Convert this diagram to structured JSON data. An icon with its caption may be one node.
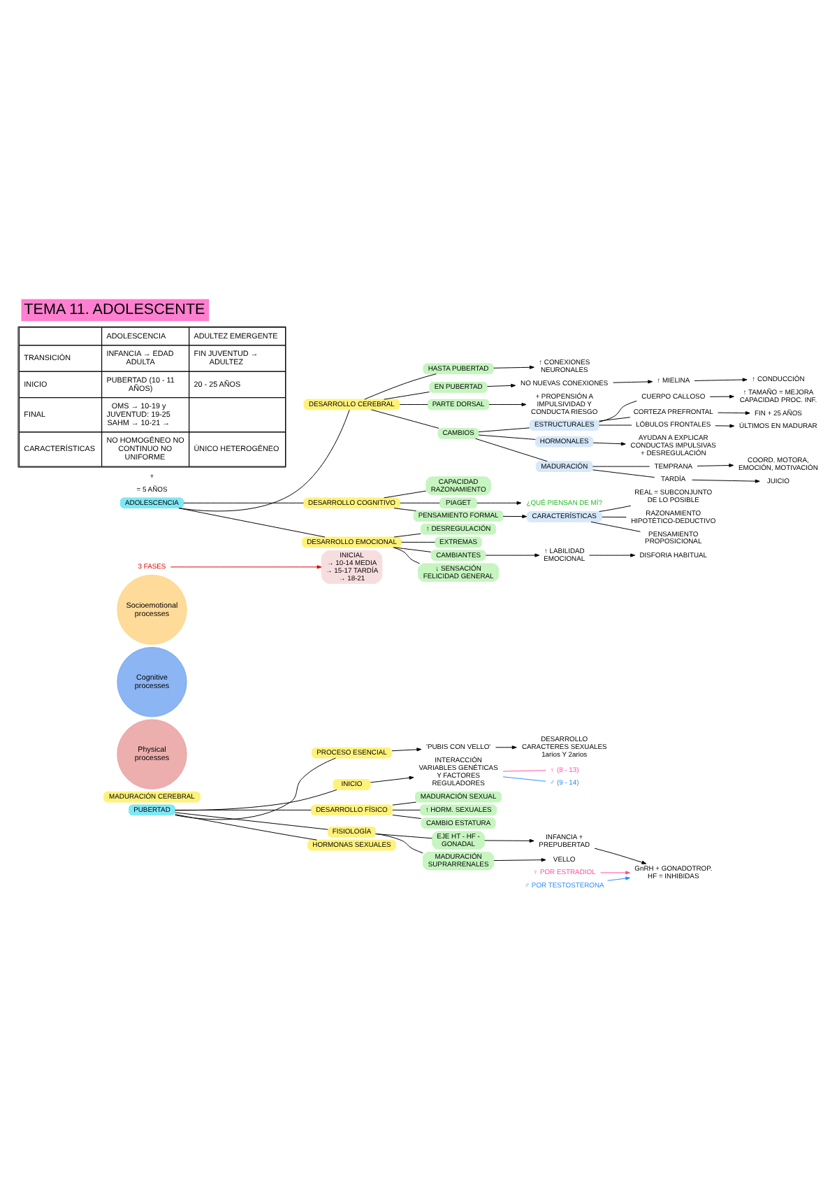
{
  "diagram": {
    "title": "TEMA 11. ADOLESCENTE",
    "nodes": [
      {
        "text": [
          "PUBERTAD"
        ]
      },
      {
        "text": [
          "PROCESO ESENCIAL"
        ]
      },
      {
        "text": [
          "'PUBIS CON VELLO'"
        ]
      },
      {
        "text": [
          "DESARROLLO CARACTERES SEXUALES 1arios Y 2arios"
        ]
      },
      {
        "text": [
          "INICIO"
        ]
      },
      {
        "text": [
          "INTERACCIÓN VARIABLES GENÉTICAS Y FACTORES REGULADORES"
        ]
      },
      {
        "text": [
          "♀ (8 - 13)"
        ]
      },
      {
        "text": [
          "♂ (9 - 14)"
        ]
      },
      {
        "text": [
          "DESARROLLO FÍSICO"
        ]
      },
      {
        "text": [
          "MADURACIÓN SEXUAL"
        ]
      },
      {
        "text": [
          "↑ HORM. SEXUALES"
        ]
      },
      {
        "text": [
          "CAMBIO ESTATURA"
        ]
      },
      {
        "text": [
          "FISIOLOGÍA"
        ]
      },
      {
        "text": [
          "EJE HT - HF - GONADAL"
        ]
      },
      {
        "text": [
          "INFANCIA + PREPUBERTAD"
        ]
      },
      {
        "text": [
          "GnRH + GONADOTROP. HF = INHIBIDAS"
        ]
      },
      {
        "text": [
          "♀ POR ESTRADIOL"
        ]
      },
      {
        "text": [
          "♂ POR TESTOSTERONA"
        ]
      },
      {
        "text": [
          "MADURACIÓN SUPRARRENALES"
        ]
      },
      {
        "text": [
          "VELLO"
        ]
      },
      {
        "text": [
          "HORMONAS SEXUALES"
        ]
      },
      {
        "text": [
          "MADURACIÓN CEREBRAL"
        ]
      },
      {
        "text": [
          "Physical processes"
        ]
      },
      {
        "text": [
          "Cognitive processes"
        ]
      },
      {
        "text": [
          "Socioemotional processes"
        ]
      },
      {
        "text": [
          "3 FASES"
        ]
      },
      {
        "text": [
          "INICIAL → 10-14 MEDIA → 15-17 TARDÍA → 18-21"
        ]
      },
      {
        "text": [
          "ADOLESCENCIA"
        ]
      },
      {
        "text": [
          "DESARROLLO CEREBRAL"
        ]
      },
      {
        "text": [
          "HASTA PUBERTAD"
        ]
      },
      {
        "text": [
          "↑ CONEXIONES NEURONALES"
        ]
      },
      {
        "text": [
          "EN PUBERTAD"
        ]
      },
      {
        "text": [
          "NO NUEVAS CONEXIONES"
        ]
      },
      {
        "text": [
          "↑ MIELINA"
        ]
      },
      {
        "text": [
          "↑ CONDUCCIÓN"
        ]
      },
      {
        "text": [
          "PARTE DORSAL"
        ]
      },
      {
        "text": [
          "+ PROPENSIÓN A IMPULSIVIDAD Y CONDUCTA RIESGO"
        ]
      },
      {
        "text": [
          "CAMBIOS"
        ]
      },
      {
        "text": [
          "ESTRUCTURALES"
        ]
      },
      {
        "text": [
          "CUERPO CALLOSO"
        ]
      },
      {
        "text": [
          "↑ TAMAÑO = MEJORA CAPACIDAD PROC. INF."
        ]
      },
      {
        "text": [
          "CORTEZA PREFRONTAL"
        ]
      },
      {
        "text": [
          "FIN + 25 AÑOS"
        ]
      },
      {
        "text": [
          "LÓBULOS FRONTALES"
        ]
      },
      {
        "text": [
          "ÚLTIMOS EN MADURAR"
        ]
      },
      {
        "text": [
          "HORMONALES"
        ]
      },
      {
        "text": [
          "AYUDAN A EXPLICAR CONDUCTAS IMPULSIVAS + DESREGULACIÓN"
        ]
      },
      {
        "text": [
          "MADURACIÓN"
        ]
      },
      {
        "text": [
          "TEMPRANA"
        ]
      },
      {
        "text": [
          "COORD. MOTORA, EMOCIÓN, MOTIVACIÓN"
        ]
      },
      {
        "text": [
          "TARDÍA"
        ]
      },
      {
        "text": [
          "JUICIO"
        ]
      },
      {
        "text": [
          "DESARROLLO COGNITIVO"
        ]
      },
      {
        "text": [
          "CAPACIDAD RAZONAMIENTO"
        ]
      },
      {
        "text": [
          "PIAGET"
        ]
      },
      {
        "text": [
          "¿QUÉ PIENSAN DE MÍ?"
        ]
      },
      {
        "text": [
          "PENSAMIENTO FORMAL"
        ]
      },
      {
        "text": [
          "CARACTERÍSTICAS"
        ]
      },
      {
        "text": [
          "REAL = SUBCONJUNTO DE LO POSIBLE"
        ]
      },
      {
        "text": [
          "RAZONAMIENTO HIPOTÉTICO-DEDUCTIVO"
        ]
      },
      {
        "text": [
          "PENSAMIENTO PROPOSICIONAL"
        ]
      },
      {
        "text": [
          "DESARROLLO EMOCIONAL"
        ]
      },
      {
        "text": [
          "↑ DESREGULACIÓN"
        ]
      },
      {
        "text": [
          "EXTREMAS"
        ]
      },
      {
        "text": [
          "CAMBIANTES"
        ]
      },
      {
        "text": [
          "↑ LABILIDAD EMOCIONAL"
        ]
      },
      {
        "text": [
          "DISFORIA HABITUAL"
        ]
      },
      {
        "text": [
          "↓ SENSACIÓN FELICIDAD GENERAL"
        ]
      }
    ],
    "edges": [
      {
        "from": 0,
        "to": 1,
        "arrow": "none"
      },
      {
        "from": 1,
        "to": 2,
        "arrow": "to"
      },
      {
        "from": 2,
        "to": 3,
        "arrow": "to"
      },
      {
        "from": 0,
        "to": 4,
        "arrow": "none"
      },
      {
        "from": 4,
        "to": 5,
        "arrow": "to"
      },
      {
        "from": 5,
        "to": 6,
        "arrow": "none",
        "color": "#ff4fa0"
      },
      {
        "from": 5,
        "to": 7,
        "arrow": "none",
        "color": "#2b8cff"
      },
      {
        "from": 0,
        "to": 8,
        "arrow": "none"
      },
      {
        "from": 8,
        "to": 9,
        "arrow": "none"
      },
      {
        "from": 8,
        "to": 10,
        "arrow": "none"
      },
      {
        "from": 8,
        "to": 11,
        "arrow": "none"
      },
      {
        "from": 0,
        "to": 12,
        "arrow": "none"
      },
      {
        "from": 12,
        "to": 13,
        "arrow": "none"
      },
      {
        "from": 13,
        "to": 14,
        "arrow": "to"
      },
      {
        "from": 14,
        "to": 15,
        "arrow": "to"
      },
      {
        "from": 16,
        "to": 15,
        "arrow": "to",
        "color": "#ff4fa0"
      },
      {
        "from": 17,
        "to": 15,
        "arrow": "to",
        "color": "#2b8cff"
      },
      {
        "from": 12,
        "to": 18,
        "arrow": "none"
      },
      {
        "from": 18,
        "to": 19,
        "arrow": "to"
      },
      {
        "from": 0,
        "to": 20,
        "arrow": "none"
      },
      {
        "from": 25,
        "to": 26,
        "arrow": "to",
        "color": "#e00000"
      },
      {
        "from": 27,
        "to": 28,
        "arrow": "none"
      },
      {
        "from": 28,
        "to": 29,
        "arrow": "none"
      },
      {
        "from": 29,
        "to": 30,
        "arrow": "to"
      },
      {
        "from": 28,
        "to": 31,
        "arrow": "none"
      },
      {
        "from": 31,
        "to": 32,
        "arrow": "to"
      },
      {
        "from": 32,
        "to": 33,
        "arrow": "to"
      },
      {
        "from": 33,
        "to": 34,
        "arrow": "to"
      },
      {
        "from": 28,
        "to": 35,
        "arrow": "none"
      },
      {
        "from": 35,
        "to": 36,
        "arrow": "to"
      },
      {
        "from": 28,
        "to": 37,
        "arrow": "none"
      },
      {
        "from": 37,
        "to": 38,
        "arrow": "none"
      },
      {
        "from": 38,
        "to": 39,
        "arrow": "none"
      },
      {
        "from": 39,
        "to": 40,
        "arrow": "to"
      },
      {
        "from": 38,
        "to": 41,
        "arrow": "none"
      },
      {
        "from": 41,
        "to": 42,
        "arrow": "to"
      },
      {
        "from": 38,
        "to": 43,
        "arrow": "none"
      },
      {
        "from": 43,
        "to": 44,
        "arrow": "to"
      },
      {
        "from": 37,
        "to": 45,
        "arrow": "none"
      },
      {
        "from": 45,
        "to": 46,
        "arrow": "to"
      },
      {
        "from": 37,
        "to": 47,
        "arrow": "none"
      },
      {
        "from": 47,
        "to": 48,
        "arrow": "none"
      },
      {
        "from": 48,
        "to": 49,
        "arrow": "to"
      },
      {
        "from": 47,
        "to": 50,
        "arrow": "none"
      },
      {
        "from": 50,
        "to": 51,
        "arrow": "to"
      },
      {
        "from": 27,
        "to": 52,
        "arrow": "none"
      },
      {
        "from": 52,
        "to": 53,
        "arrow": "none"
      },
      {
        "from": 52,
        "to": 54,
        "arrow": "none"
      },
      {
        "from": 54,
        "to": 55,
        "arrow": "to"
      },
      {
        "from": 52,
        "to": 56,
        "arrow": "none"
      },
      {
        "from": 56,
        "to": 57,
        "arrow": "to"
      },
      {
        "from": 57,
        "to": 58,
        "arrow": "none"
      },
      {
        "from": 57,
        "to": 59,
        "arrow": "none"
      },
      {
        "from": 57,
        "to": 60,
        "arrow": "none"
      },
      {
        "from": 27,
        "to": 61,
        "arrow": "none"
      },
      {
        "from": 61,
        "to": 62,
        "arrow": "none"
      },
      {
        "from": 61,
        "to": 63,
        "arrow": "none"
      },
      {
        "from": 61,
        "to": 64,
        "arrow": "none"
      },
      {
        "from": 64,
        "to": 65,
        "arrow": "to"
      },
      {
        "from": 65,
        "to": 66,
        "arrow": "to"
      },
      {
        "from": 61,
        "to": 67,
        "arrow": "none"
      }
    ],
    "labels": [
      "= 5 AÑOS",
      "+",
      "ADOLESCENCIA",
      "ADULTEZ EMERGENTE",
      "TRANSICIÓN",
      "INFANCIA → EDAD ADULTA",
      "FIN JUVENTUD → ADULTEZ",
      "INICIO",
      "PUBERTAD (10 - 11 AÑOS)",
      "20 - 25 AÑOS",
      "FINAL",
      "OMS → 10-19 y JUVENTUD: 19-25 SAHM → 10-21 →",
      "CARACTERÍSTICAS",
      "NO HOMOGÉNEO NO CONTINUO NO UNIFORME",
      "ÚNICO HETEROGÉNEO"
    ]
  }
}
